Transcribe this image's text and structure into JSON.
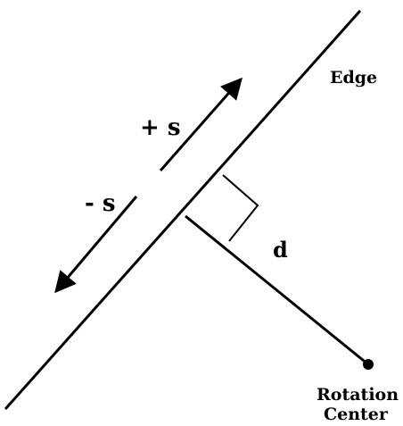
{
  "diagram": {
    "labels": {
      "edge": "Edge",
      "plus_s": "+ s",
      "minus_s": "- s",
      "distance": "d",
      "rotation_line1": "Rotation",
      "rotation_line2": "Center"
    },
    "colors": {
      "ink": "#000000",
      "background": "#ffffff"
    }
  }
}
